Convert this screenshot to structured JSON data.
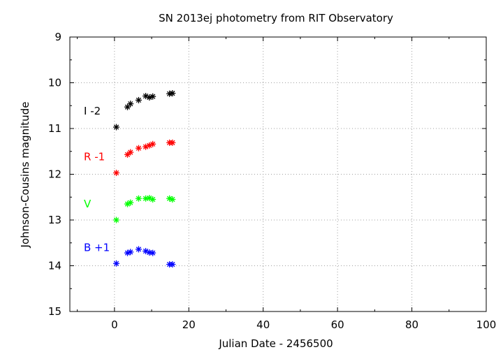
{
  "chart_data": {
    "type": "scatter",
    "title": "SN 2013ej photometry from RIT Observatory",
    "xlabel": "Julian Date - 2456500",
    "ylabel": "Johnson-Cousins magnitude",
    "xlim": [
      -12,
      100
    ],
    "ylim": [
      15,
      9
    ],
    "y_inverted": true,
    "grid": true,
    "x_ticks": [
      "0",
      "20",
      "40",
      "60",
      "80",
      "100"
    ],
    "y_ticks": [
      "9",
      "10",
      "11",
      "12",
      "13",
      "14",
      "15"
    ],
    "marker": "asterisk",
    "series": [
      {
        "name": "I -2",
        "color": "#000000",
        "x": [
          0.5,
          3.5,
          4.3,
          6.5,
          8.4,
          9.4,
          10.3,
          14.8,
          15.6
        ],
        "y": [
          10.97,
          10.53,
          10.46,
          10.38,
          10.29,
          10.32,
          10.3,
          10.24,
          10.23
        ]
      },
      {
        "name": "R -1",
        "color": "#ff0000",
        "x": [
          0.5,
          3.5,
          4.3,
          6.5,
          8.4,
          9.4,
          10.3,
          14.8,
          15.6
        ],
        "y": [
          11.97,
          11.57,
          11.52,
          11.43,
          11.4,
          11.37,
          11.34,
          11.31,
          11.31
        ]
      },
      {
        "name": "V",
        "color": "#00ff00",
        "x": [
          0.5,
          3.5,
          4.3,
          6.5,
          8.4,
          9.4,
          10.3,
          14.8,
          15.6
        ],
        "y": [
          13.0,
          12.65,
          12.62,
          12.53,
          12.53,
          12.52,
          12.55,
          12.53,
          12.55
        ]
      },
      {
        "name": "B +1",
        "color": "#0000ff",
        "x": [
          0.5,
          3.5,
          4.3,
          6.5,
          8.4,
          9.4,
          10.3,
          14.8,
          15.6
        ],
        "y": [
          13.95,
          13.72,
          13.7,
          13.64,
          13.68,
          13.71,
          13.72,
          13.97,
          13.97
        ]
      }
    ]
  }
}
